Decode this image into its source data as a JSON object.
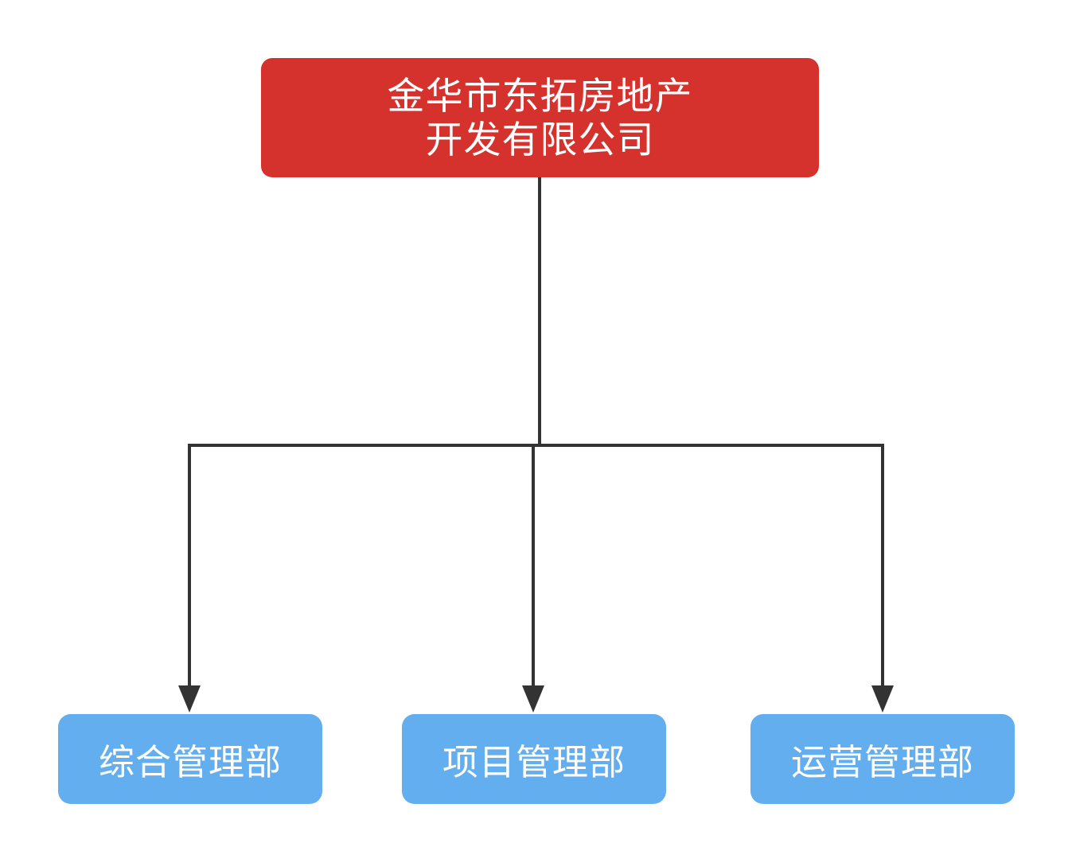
{
  "diagram": {
    "root": {
      "line1": "金华市东拓房地产",
      "line2": "开发有限公司"
    },
    "children": [
      {
        "label": "综合管理部"
      },
      {
        "label": "项目管理部"
      },
      {
        "label": "运营管理部"
      }
    ],
    "colors": {
      "root_bg": "#d5322e",
      "child_bg": "#63aeef",
      "line": "#333333",
      "node_text": "#ffffff",
      "page_bg": "#ffffff"
    }
  }
}
